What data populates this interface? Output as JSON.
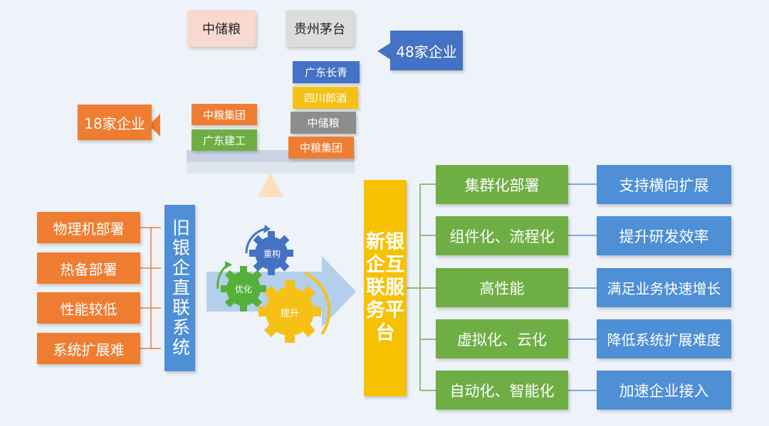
{
  "top_tags": {
    "zhongchuliang": "中储粮",
    "guizhou_maotai": "贵州茅台"
  },
  "callouts": {
    "right_48": "48家企业",
    "left_18": "18家企业"
  },
  "left_pan": [
    "中粮集团",
    "广东建工"
  ],
  "right_pan": [
    "广东长青",
    "四川郎酒",
    "中储粮",
    "中粮集团"
  ],
  "old_system": {
    "title": "旧银企直联系统",
    "items": [
      "物理机部署",
      "热备部署",
      "性能较低",
      "系统扩展难"
    ]
  },
  "gears": {
    "chonggou": "重构",
    "youhua": "优化",
    "tisheng": "提升"
  },
  "new_platform": {
    "title": "新银企互联服务平台",
    "features": [
      "集群化部署",
      "组件化、流程化",
      "高性能",
      "虚拟化、云化",
      "自动化、智能化"
    ],
    "benefits": [
      "支持横向扩展",
      "提升研发效率",
      "满足业务快速增长",
      "降低系统扩展难度",
      "加速企业接入"
    ]
  },
  "colors": {
    "orange": "#ef7d31",
    "blue": "#4e8fd6",
    "green": "#6fae45",
    "yellow": "#f6c100",
    "gear_blue": "#4472c4",
    "gear_green": "#55b03a",
    "gear_yellow": "#f6c117"
  }
}
